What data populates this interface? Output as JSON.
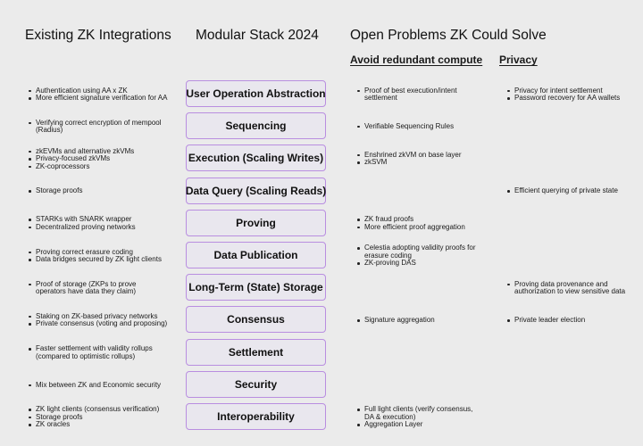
{
  "headers": {
    "left": "Existing ZK Integrations",
    "middle": "Modular Stack 2024",
    "right": "Open Problems ZK Could Solve"
  },
  "subheaders": {
    "compute": "Avoid redundant compute",
    "privacy": "Privacy"
  },
  "rows": [
    {
      "layer": "User Operation Abstraction",
      "existing": [
        "Authentication using AA x ZK",
        "More efficient signature verification for AA"
      ],
      "compute": [
        "Proof of best execution/intent\nsettlement"
      ],
      "privacy": [
        "Privacy for intent settlement",
        "Password recovery for AA wallets"
      ]
    },
    {
      "layer": "Sequencing",
      "existing": [
        "Verifying correct encryption of mempool\n(Radius)"
      ],
      "compute": [
        "Verifiable Sequencing Rules"
      ],
      "privacy": []
    },
    {
      "layer": "Execution (Scaling Writes)",
      "existing": [
        "zkEVMs and alternative zkVMs",
        "Privacy-focused zkVMs",
        "ZK-coprocessors"
      ],
      "compute": [
        "Enshrined zkVM on base layer",
        "zkSVM"
      ],
      "privacy": []
    },
    {
      "layer": "Data Query (Scaling Reads)",
      "existing": [
        "Storage proofs"
      ],
      "compute": [],
      "privacy": [
        "Efficient querying of private state"
      ]
    },
    {
      "layer": "Proving",
      "existing": [
        "STARKs with SNARK wrapper",
        "Decentralized proving networks"
      ],
      "compute": [
        "ZK fraud proofs",
        "More efficient proof aggregation"
      ],
      "privacy": []
    },
    {
      "layer": "Data Publication",
      "existing": [
        "Proving correct erasure coding",
        "Data bridges secured by ZK light clients"
      ],
      "compute": [
        "Celestia adopting validity proofs for\nerasure coding",
        "ZK-proving DAS"
      ],
      "privacy": []
    },
    {
      "layer": "Long-Term (State) Storage",
      "existing": [
        "Proof of storage (ZKPs to prove\noperators have data they claim)"
      ],
      "compute": [],
      "privacy": [
        "Proving data provenance and\nauthorization to view sensitive data"
      ]
    },
    {
      "layer": "Consensus",
      "existing": [
        "Staking on ZK-based privacy networks",
        "Private consensus (voting and proposing)"
      ],
      "compute": [
        "Signature aggregation"
      ],
      "privacy": [
        "Private leader election"
      ]
    },
    {
      "layer": "Settlement",
      "existing": [
        "Faster settlement with validity rollups\n(compared to optimistic rollups)"
      ],
      "compute": [],
      "privacy": []
    },
    {
      "layer": "Security",
      "existing": [
        "Mix between ZK and Economic security"
      ],
      "compute": [],
      "privacy": []
    },
    {
      "layer": "Interoperability",
      "existing": [
        "ZK light clients (consensus verification)",
        "Storage proofs",
        "ZK oracles"
      ],
      "compute": [
        "Full light clients (verify consensus,\nDA & execution)",
        "Aggregation Layer"
      ],
      "privacy": []
    }
  ]
}
